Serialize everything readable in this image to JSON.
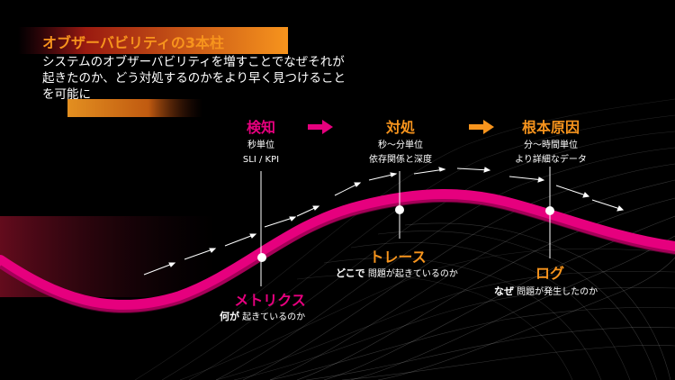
{
  "title": "オブザーバビリティの3本柱",
  "subtitle": "システムのオブザーバビリティを増すことでなぜそれが起きたのか、どう対処するのかをより早く見つけることを可能に",
  "stages": [
    {
      "label": "検知",
      "lines": [
        "秒単位",
        "SLI / KPI"
      ]
    },
    {
      "label": "対処",
      "lines": [
        "秒～分単位",
        "依存関係と深度"
      ]
    },
    {
      "label": "根本原因",
      "lines": [
        "分～時間単位",
        "より詳細なデータ"
      ]
    }
  ],
  "pillars": [
    {
      "label": "メトリクス",
      "emph": "何が",
      "rest": " 起きているのか"
    },
    {
      "label": "トレース",
      "emph": "どこで",
      "rest": " 問題が起きているのか"
    },
    {
      "label": "ログ",
      "emph": "なぜ",
      "rest": " 問題が発生したのか"
    }
  ],
  "colors": {
    "pink": "#e6007e",
    "orange": "#f7941d",
    "background": "#000000"
  }
}
